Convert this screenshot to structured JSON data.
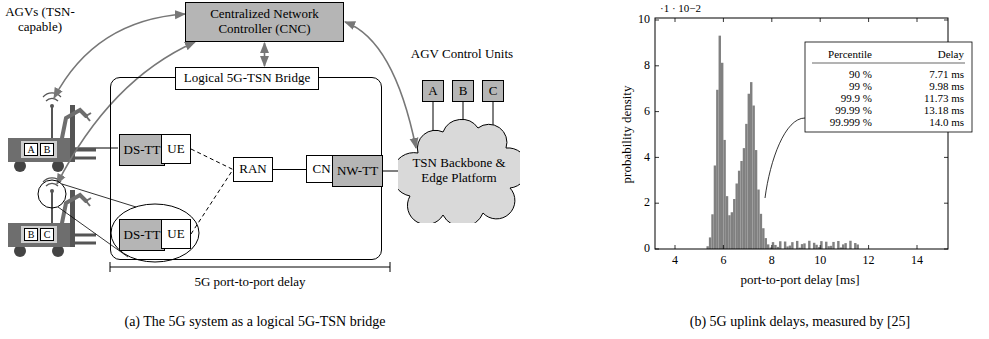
{
  "diagram": {
    "nodes": [
      {
        "text": [
          "Centralized Network Controller (CNC)"
        ]
      },
      {
        "text": [
          "Logical 5G-TSN Bridge"
        ]
      },
      {
        "text": [
          "DS-TT"
        ],
        "in": 1
      },
      {
        "text": [
          "UE"
        ],
        "in": 1
      },
      {
        "text": [
          "DS-TT"
        ],
        "in": 1
      },
      {
        "text": [
          "UE"
        ],
        "in": 1
      },
      {
        "text": [
          "RAN"
        ],
        "in": 1
      },
      {
        "text": [
          "CN"
        ],
        "in": 1
      },
      {
        "text": [
          "NW-TT"
        ],
        "in": 1
      },
      {
        "text": [
          "TSN Backbone & Edge Platform"
        ]
      },
      {
        "text": [
          "A"
        ]
      },
      {
        "text": [
          "B"
        ]
      },
      {
        "text": [
          "C"
        ]
      },
      {
        "text": [
          "A"
        ]
      },
      {
        "text": [
          "B"
        ]
      },
      {
        "text": [
          "B"
        ]
      },
      {
        "text": [
          "C"
        ]
      }
    ],
    "edges": [
      {
        "from": 0,
        "to": 1,
        "arrow": "both"
      },
      {
        "from": 0,
        "to": 9,
        "arrow": "both"
      },
      {
        "from": 3,
        "to": 6,
        "arrow": "none"
      },
      {
        "from": 5,
        "to": 6,
        "arrow": "none"
      },
      {
        "from": 6,
        "to": 7,
        "arrow": "none"
      },
      {
        "from": 8,
        "to": 9,
        "arrow": "none"
      },
      {
        "from": 9,
        "to": 10,
        "arrow": "none"
      },
      {
        "from": 9,
        "to": 11,
        "arrow": "none"
      },
      {
        "from": 9,
        "to": 12,
        "arrow": "none"
      }
    ],
    "labels": [
      "AGVs (TSN-capable)",
      "AGV Control Units",
      "5G port-to-port delay",
      "(a) The 5G system as a logical 5G-TSN bridge",
      "·1 · 10−2",
      "0",
      "2",
      "4",
      "6",
      "8",
      "10",
      "4",
      "6",
      "8",
      "10",
      "12",
      "14",
      "probability density",
      "port-to-port delay [ms]",
      "Percentile",
      "Delay",
      "90 %",
      "7.71 ms",
      "99 %",
      "9.98 ms",
      "99.9 %",
      "11.73 ms",
      "99.99 %",
      "13.18 ms",
      "99.999 %",
      "14.0 ms",
      "(b) 5G uplink delays, measured by [25]"
    ]
  }
}
